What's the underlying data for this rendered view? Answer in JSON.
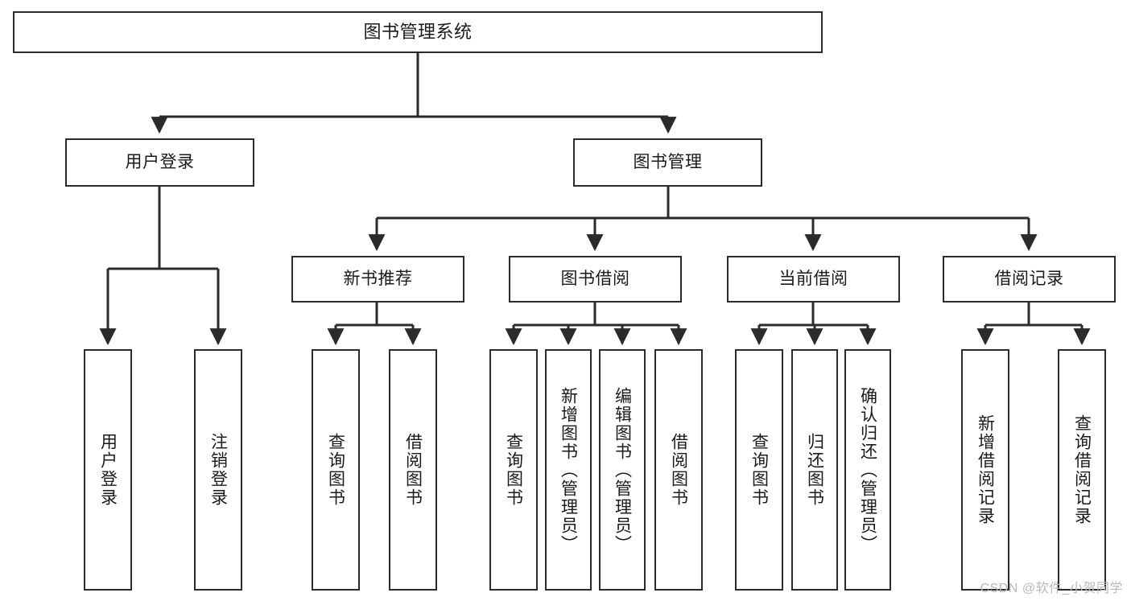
{
  "diagram": {
    "title": "图书管理系统",
    "watermark": "CSDN @软件_小贺同学",
    "root": {
      "label": "图书管理系统"
    },
    "level2": [
      {
        "label": "用户登录"
      },
      {
        "label": "图书管理"
      }
    ],
    "level3": [
      {
        "label": "新书推荐"
      },
      {
        "label": "图书借阅"
      },
      {
        "label": "当前借阅"
      },
      {
        "label": "借阅记录"
      }
    ],
    "leaves": [
      {
        "label": "用户登录",
        "parent": "用户登录"
      },
      {
        "label": "注销登录",
        "parent": "用户登录"
      },
      {
        "label": "查询图书",
        "parent": "新书推荐"
      },
      {
        "label": "借阅图书",
        "parent": "新书推荐"
      },
      {
        "label": "查询图书",
        "parent": "图书借阅"
      },
      {
        "label": "新增图书（管理员）",
        "parent": "图书借阅"
      },
      {
        "label": "编辑图书（管理员）",
        "parent": "图书借阅"
      },
      {
        "label": "借阅图书",
        "parent": "图书借阅"
      },
      {
        "label": "查询图书",
        "parent": "当前借阅"
      },
      {
        "label": "归还图书",
        "parent": "当前借阅"
      },
      {
        "label": "确认归还（管理员）",
        "parent": "当前借阅"
      },
      {
        "label": "新增借阅记录",
        "parent": "借阅记录"
      },
      {
        "label": "查询借阅记录",
        "parent": "借阅记录"
      }
    ],
    "colors": {
      "stroke": "#2b2b2b",
      "background": "#ffffff",
      "text": "#1a1a1a",
      "watermark": "#b8b8b8"
    }
  }
}
